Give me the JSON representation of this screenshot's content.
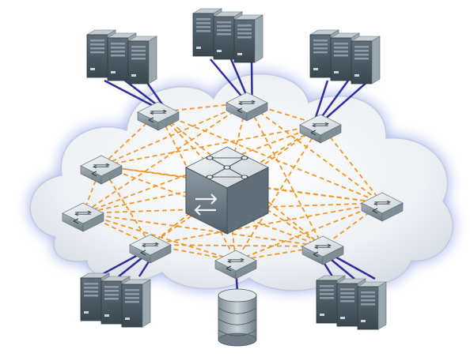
{
  "diagram": {
    "colors": {
      "cloud_fill": "#f1f3f6",
      "cloud_edge": "#b9c5dd",
      "mesh_link": "#f0962a",
      "uplink": "#2f2f9a",
      "switch_top": "#dfe6ea",
      "switch_side": "#8c9aa3",
      "core_top": "#e7edf0",
      "core_side": "#6d7d87",
      "server_front": "#4f5f69",
      "server_side": "#9aa8b0"
    },
    "nodes": {
      "core": {
        "icon": "core-switch-icon"
      },
      "switches": [
        {
          "id": "sw-top-left",
          "icon": "switch-icon"
        },
        {
          "id": "sw-top-center",
          "icon": "switch-icon"
        },
        {
          "id": "sw-top-right",
          "icon": "switch-icon"
        },
        {
          "id": "sw-mid-left",
          "icon": "switch-icon"
        },
        {
          "id": "sw-left",
          "icon": "switch-icon"
        },
        {
          "id": "sw-right",
          "icon": "switch-icon"
        },
        {
          "id": "sw-bottom-left",
          "icon": "switch-icon"
        },
        {
          "id": "sw-bottom-center",
          "icon": "switch-icon"
        },
        {
          "id": "sw-bottom-right",
          "icon": "switch-icon"
        }
      ],
      "server_groups": [
        {
          "id": "servers-top-left",
          "icon": "server-rack-icon",
          "count": 3,
          "uplink_to": "sw-top-left"
        },
        {
          "id": "servers-top-center",
          "icon": "server-rack-icon",
          "count": 3,
          "uplink_to": "sw-top-center"
        },
        {
          "id": "servers-top-right",
          "icon": "server-rack-icon",
          "count": 3,
          "uplink_to": "sw-top-right"
        },
        {
          "id": "servers-bottom-left",
          "icon": "server-rack-icon",
          "count": 3,
          "uplink_to": "sw-bottom-left"
        },
        {
          "id": "servers-bottom-right",
          "icon": "server-rack-icon",
          "count": 3,
          "uplink_to": "sw-bottom-right"
        }
      ],
      "storage": {
        "id": "storage-database",
        "icon": "database-icon",
        "uplink_to": "sw-bottom-center"
      }
    },
    "mesh_links": [
      [
        "core",
        "sw-top-left"
      ],
      [
        "core",
        "sw-top-center"
      ],
      [
        "core",
        "sw-top-right"
      ],
      [
        "core",
        "sw-mid-left"
      ],
      [
        "core",
        "sw-left"
      ],
      [
        "core",
        "sw-right"
      ],
      [
        "core",
        "sw-bottom-left"
      ],
      [
        "core",
        "sw-bottom-center"
      ],
      [
        "core",
        "sw-bottom-right"
      ],
      [
        "sw-top-left",
        "sw-top-center"
      ],
      [
        "sw-top-center",
        "sw-top-right"
      ],
      [
        "sw-top-left",
        "sw-mid-left"
      ],
      [
        "sw-top-left",
        "sw-right"
      ],
      [
        "sw-top-left",
        "sw-bottom-right"
      ],
      [
        "sw-top-left",
        "sw-bottom-center"
      ],
      [
        "sw-top-center",
        "sw-mid-left"
      ],
      [
        "sw-top-center",
        "sw-right"
      ],
      [
        "sw-top-center",
        "sw-left"
      ],
      [
        "sw-top-center",
        "sw-bottom-right"
      ],
      [
        "sw-top-right",
        "sw-right"
      ],
      [
        "sw-top-right",
        "sw-mid-left"
      ],
      [
        "sw-top-right",
        "sw-left"
      ],
      [
        "sw-top-right",
        "sw-bottom-left"
      ],
      [
        "sw-top-right",
        "sw-bottom-center"
      ],
      [
        "sw-mid-left",
        "sw-left"
      ],
      [
        "sw-mid-left",
        "sw-bottom-left"
      ],
      [
        "sw-mid-left",
        "sw-right"
      ],
      [
        "sw-mid-left",
        "sw-bottom-right"
      ],
      [
        "sw-left",
        "sw-bottom-left"
      ],
      [
        "sw-left",
        "sw-right"
      ],
      [
        "sw-left",
        "sw-bottom-center"
      ],
      [
        "sw-left",
        "sw-bottom-right"
      ],
      [
        "sw-right",
        "sw-bottom-right"
      ],
      [
        "sw-right",
        "sw-bottom-left"
      ],
      [
        "sw-right",
        "sw-bottom-center"
      ],
      [
        "sw-bottom-left",
        "sw-bottom-center"
      ],
      [
        "sw-bottom-center",
        "sw-bottom-right"
      ],
      [
        "sw-bottom-left",
        "sw-bottom-right"
      ]
    ]
  }
}
